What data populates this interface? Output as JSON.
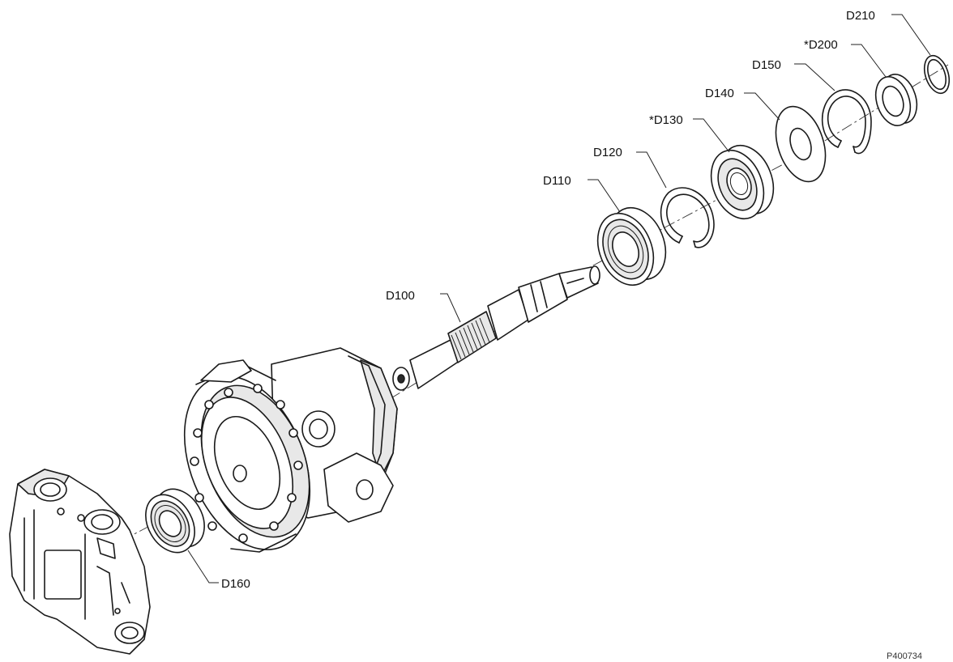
{
  "parts": [
    {
      "id": "D100",
      "label": "D100"
    },
    {
      "id": "D110",
      "label": "D110"
    },
    {
      "id": "D120",
      "label": "D120"
    },
    {
      "id": "D130",
      "label": "*D130"
    },
    {
      "id": "D140",
      "label": "D140"
    },
    {
      "id": "D150",
      "label": "D150"
    },
    {
      "id": "D160",
      "label": "D160"
    },
    {
      "id": "D200",
      "label": "*D200"
    },
    {
      "id": "D210",
      "label": "D210"
    }
  ],
  "drawing_reference": "P400734",
  "colors": {
    "line": "#1a1a1a",
    "background": "#ffffff",
    "shade": "#e8e8e8"
  }
}
